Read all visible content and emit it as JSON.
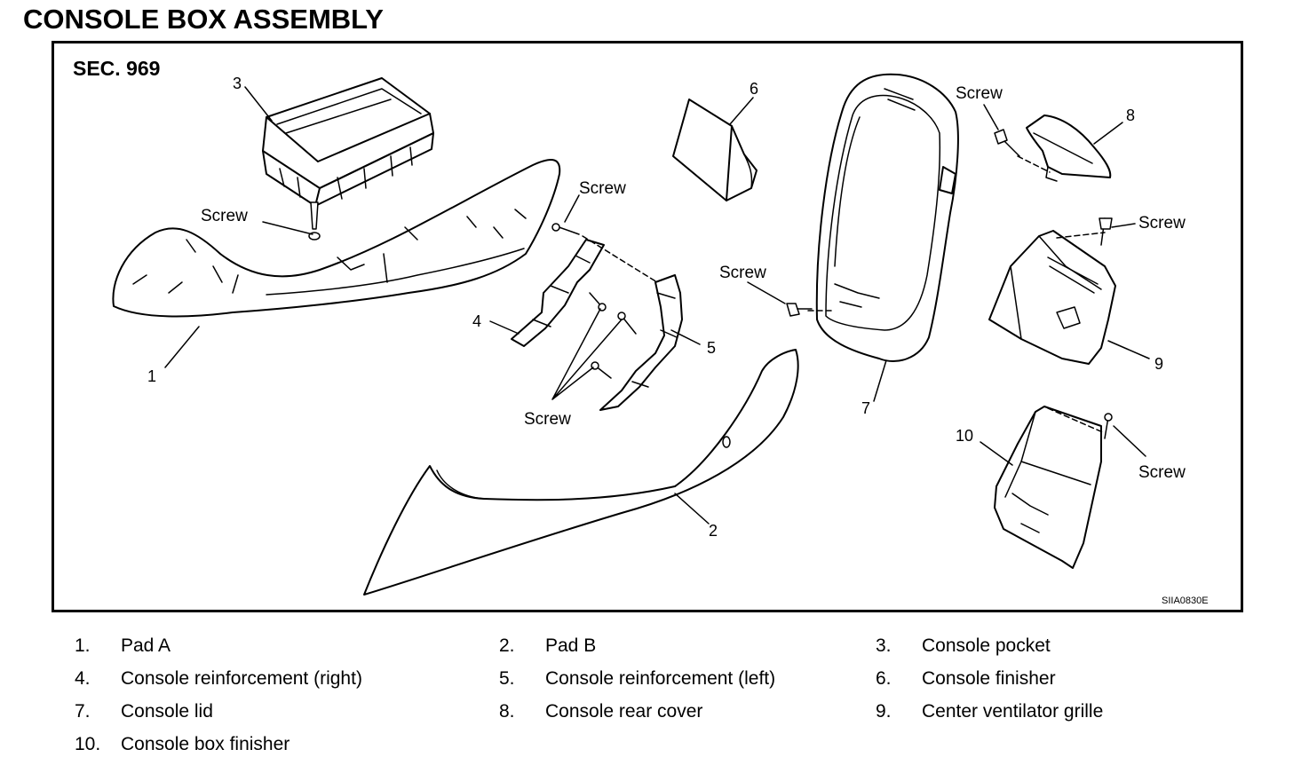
{
  "title": "CONSOLE BOX ASSEMBLY",
  "section_label": "SEC. 969",
  "figure_id": "SIIA0830E",
  "callouts": {
    "p1": "1",
    "p2": "2",
    "p3": "3",
    "p4": "4",
    "p5": "5",
    "p6": "6",
    "p7": "7",
    "p8": "8",
    "p9": "9",
    "p10": "10"
  },
  "screw_label": "Screw",
  "legend": [
    {
      "num": "1.",
      "text": "Pad A"
    },
    {
      "num": "2.",
      "text": "Pad B"
    },
    {
      "num": "3.",
      "text": "Console pocket"
    },
    {
      "num": "4.",
      "text": "Console reinforcement (right)"
    },
    {
      "num": "5.",
      "text": "Console reinforcement (left)"
    },
    {
      "num": "6.",
      "text": "Console finisher"
    },
    {
      "num": "7.",
      "text": "Console lid"
    },
    {
      "num": "8.",
      "text": "Console rear cover"
    },
    {
      "num": "9.",
      "text": "Center ventilator grille"
    },
    {
      "num": "10.",
      "text": "Console box finisher"
    }
  ]
}
